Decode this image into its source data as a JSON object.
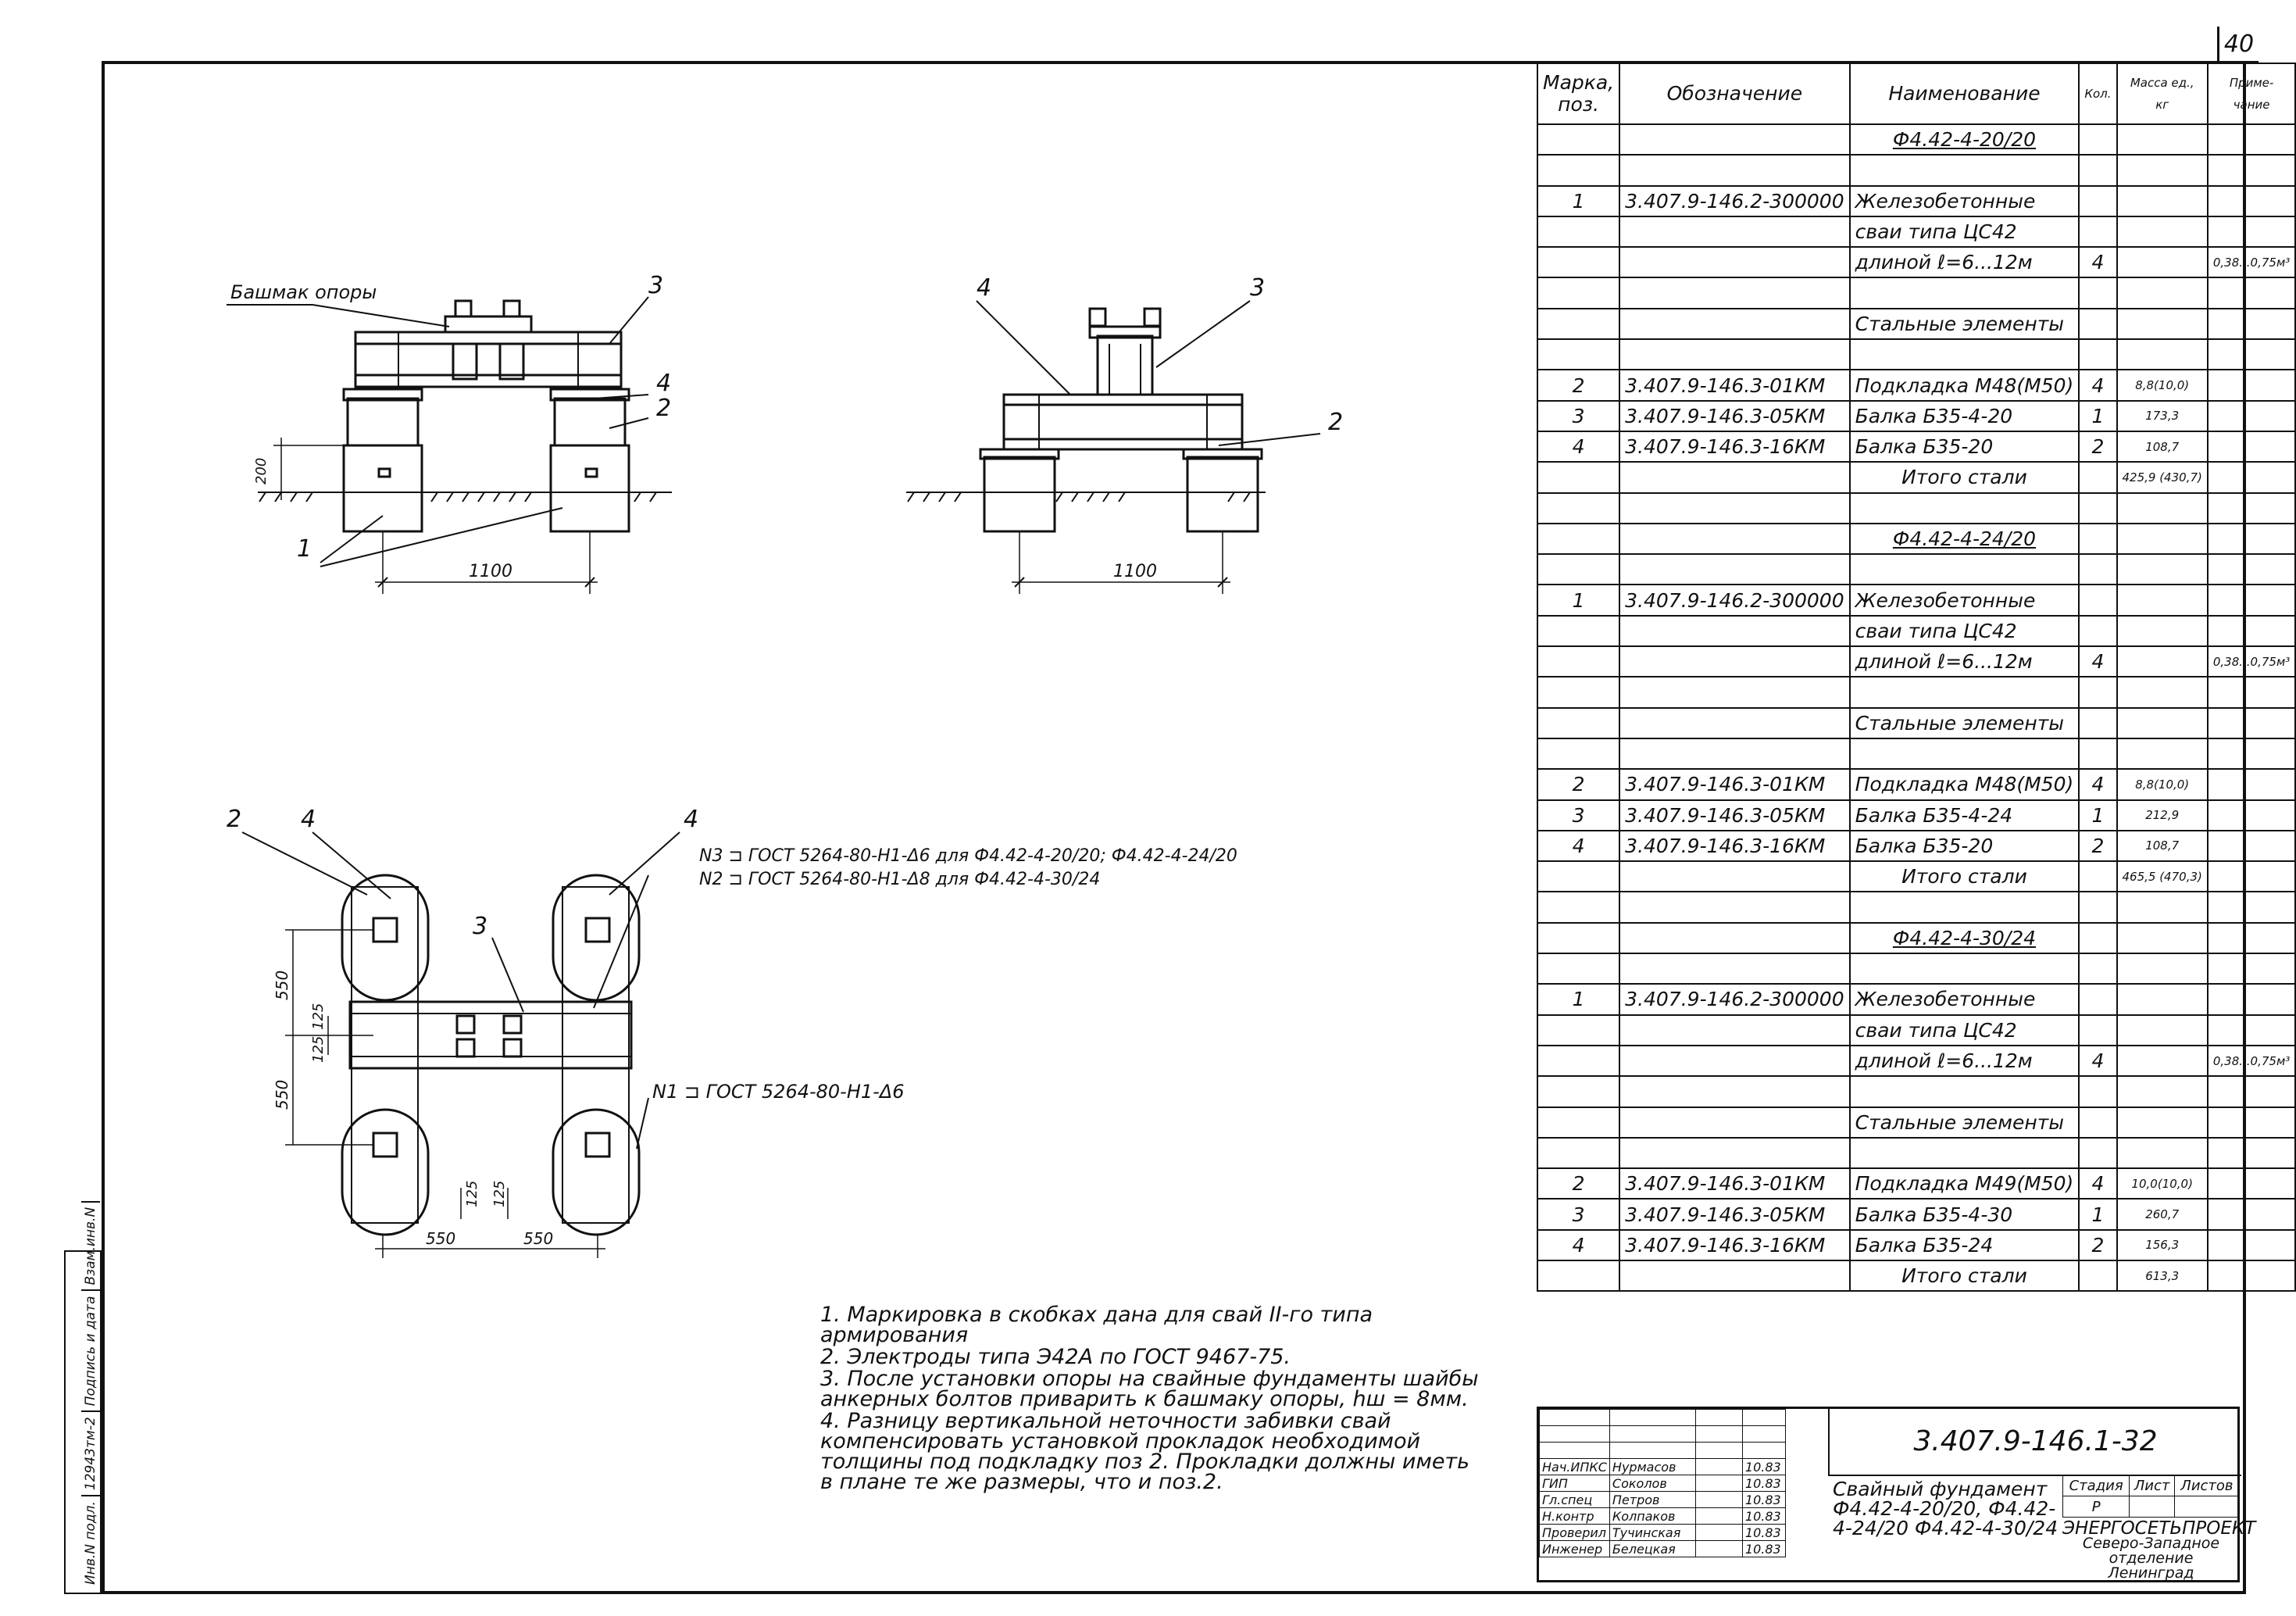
{
  "sheet_number": "40",
  "drawing": {
    "labels": {
      "boot_label": "Башмак опоры",
      "pos1": "1",
      "pos2": "2",
      "pos3": "3",
      "pos4": "4",
      "dim_1100": "1100",
      "dim_200": "200",
      "dim_550": "550",
      "dim_125": "125",
      "n3_note": "N3 ⊐ ГОСТ 5264-80-Н1-Δ6 для Ф4.42-4-20/20; Ф4.42-4-24/20",
      "n2_note": "N2 ⊐ ГОСТ 5264-80-Н1-Δ8 для Ф4.42-4-30/24",
      "n1_note": "N1 ⊐ ГОСТ 5264-80-Н1-Δ6"
    }
  },
  "spec_table": {
    "headers": [
      "Марка, поз.",
      "Обозначение",
      "Наименование",
      "Кол.",
      "Масса ед., кг",
      "Приме- чание"
    ],
    "rows": [
      [
        "",
        "",
        "Ф4.42-4-20/20",
        "",
        "",
        ""
      ],
      [
        "",
        "",
        "",
        "",
        "",
        ""
      ],
      [
        "1",
        "3.407.9-146.2-300000",
        "Железобетонные",
        "",
        "",
        ""
      ],
      [
        "",
        "",
        "сваи типа ЦС42",
        "",
        "",
        ""
      ],
      [
        "",
        "",
        "длиной ℓ=6...12м",
        "4",
        "",
        "0,38...0,75м³"
      ],
      [
        "",
        "",
        "",
        "",
        "",
        ""
      ],
      [
        "",
        "",
        "Стальные элементы",
        "",
        "",
        ""
      ],
      [
        "",
        "",
        "",
        "",
        "",
        ""
      ],
      [
        "2",
        "3.407.9-146.3-01КМ",
        "Подкладка М48(М50)",
        "4",
        "8,8(10,0)",
        ""
      ],
      [
        "3",
        "3.407.9-146.3-05КМ",
        "Балка Б35-4-20",
        "1",
        "173,3",
        ""
      ],
      [
        "4",
        "3.407.9-146.3-16КМ",
        "Балка Б35-20",
        "2",
        "108,7",
        ""
      ],
      [
        "",
        "",
        "Итого стали",
        "",
        "425,9 (430,7)",
        ""
      ],
      [
        "",
        "",
        "",
        "",
        "",
        ""
      ],
      [
        "",
        "",
        "Ф4.42-4-24/20",
        "",
        "",
        ""
      ],
      [
        "",
        "",
        "",
        "",
        "",
        ""
      ],
      [
        "1",
        "3.407.9-146.2-300000",
        "Железобетонные",
        "",
        "",
        ""
      ],
      [
        "",
        "",
        "сваи типа ЦС42",
        "",
        "",
        ""
      ],
      [
        "",
        "",
        "длиной ℓ=6...12м",
        "4",
        "",
        "0,38...0,75м³"
      ],
      [
        "",
        "",
        "",
        "",
        "",
        ""
      ],
      [
        "",
        "",
        "Стальные элементы",
        "",
        "",
        ""
      ],
      [
        "",
        "",
        "",
        "",
        "",
        ""
      ],
      [
        "2",
        "3.407.9-146.3-01КМ",
        "Подкладка М48(М50)",
        "4",
        "8,8(10,0)",
        ""
      ],
      [
        "3",
        "3.407.9-146.3-05КМ",
        "Балка Б35-4-24",
        "1",
        "212,9",
        ""
      ],
      [
        "4",
        "3.407.9-146.3-16КМ",
        "Балка Б35-20",
        "2",
        "108,7",
        ""
      ],
      [
        "",
        "",
        "Итого стали",
        "",
        "465,5 (470,3)",
        ""
      ],
      [
        "",
        "",
        "",
        "",
        "",
        ""
      ],
      [
        "",
        "",
        "Ф4.42-4-30/24",
        "",
        "",
        ""
      ],
      [
        "",
        "",
        "",
        "",
        "",
        ""
      ],
      [
        "1",
        "3.407.9-146.2-300000",
        "Железобетонные",
        "",
        "",
        ""
      ],
      [
        "",
        "",
        "сваи типа ЦС42",
        "",
        "",
        ""
      ],
      [
        "",
        "",
        "длиной ℓ=6...12м",
        "4",
        "",
        "0,38...0,75м³"
      ],
      [
        "",
        "",
        "",
        "",
        "",
        ""
      ],
      [
        "",
        "",
        "Стальные элементы",
        "",
        "",
        ""
      ],
      [
        "",
        "",
        "",
        "",
        "",
        ""
      ],
      [
        "2",
        "3.407.9-146.3-01КМ",
        "Подкладка М49(М50)",
        "4",
        "10,0(10,0)",
        ""
      ],
      [
        "3",
        "3.407.9-146.3-05КМ",
        "Балка Б35-4-30",
        "1",
        "260,7",
        ""
      ],
      [
        "4",
        "3.407.9-146.3-16КМ",
        "Балка Б35-24",
        "2",
        "156,3",
        ""
      ],
      [
        "",
        "",
        "Итого стали",
        "",
        "613,3",
        ""
      ]
    ]
  },
  "notes": [
    "1. Маркировка в скобках дана для свай II-го типа армирования",
    "2. Электроды типа Э42А по ГОСТ 9467-75.",
    "3. После установки опоры на свайные фундаменты шайбы анкерных болтов приварить к башмаку опоры, hш = 8мм.",
    "4. Разницу вертикальной неточности забивки свай компенсировать установкой прокладок необходимой толщины под подкладку поз 2. Прокладки должны иметь в плане те же размеры, что и поз.2."
  ],
  "title_block": {
    "code": "3.407.9-146.1-32",
    "name": "Свайный фундамент Ф4.42-4-20/20, Ф4.42-4-24/20 Ф4.42-4-30/24",
    "stage_header": [
      "Стадия",
      "Лист",
      "Листов"
    ],
    "stage_values": [
      "Р",
      "",
      ""
    ],
    "org": [
      "ЭНЕРГОСЕТЬПРОЕКТ",
      "Северо-Западное отделение",
      "Ленинград"
    ],
    "signatures": [
      [
        "Нач.ИПКС",
        "Нурмасов",
        "",
        "10.83"
      ],
      [
        "ГИП",
        "Соколов",
        "",
        "10.83"
      ],
      [
        "Гл.спец",
        "Петров",
        "",
        "10.83"
      ],
      [
        "Н.контр",
        "Колпаков",
        "",
        "10.83"
      ],
      [
        "Проверил",
        "Тучинская",
        "",
        "10.83"
      ],
      [
        "Инженер",
        "Белецкая",
        "",
        "10.83"
      ]
    ]
  },
  "stamp": [
    "Инв.N подл.",
    "12943тм-2",
    "Подпись и дата",
    "Взам.инв.N"
  ]
}
